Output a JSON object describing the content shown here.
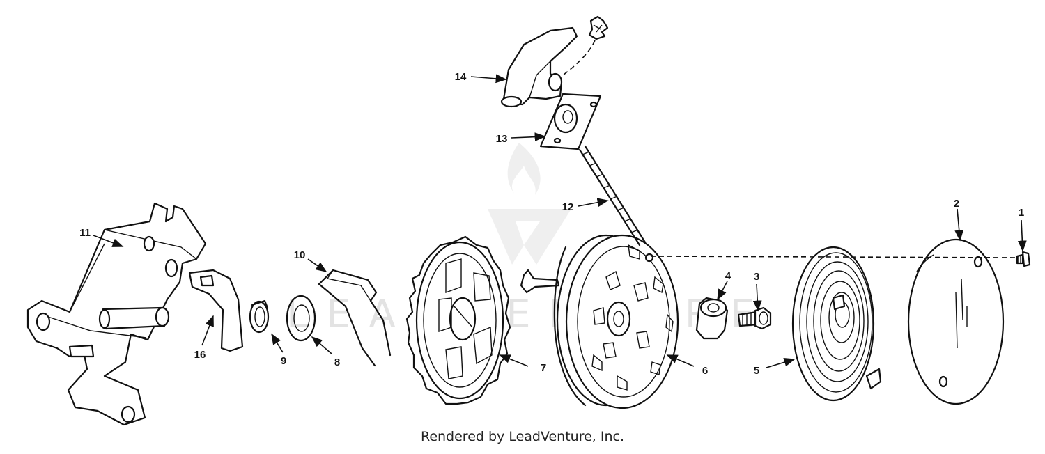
{
  "labels": {
    "p1": "1",
    "p2": "2",
    "p3": "3",
    "p4": "4",
    "p5": "5",
    "p6": "6",
    "p7": "7",
    "p8": "8",
    "p9": "9",
    "p10": "10",
    "p11": "11",
    "p12": "12",
    "p13": "13",
    "p14": "14",
    "p16": "16"
  },
  "watermark": "LEADVENTURE",
  "footer": "Rendered by LeadVenture, Inc."
}
